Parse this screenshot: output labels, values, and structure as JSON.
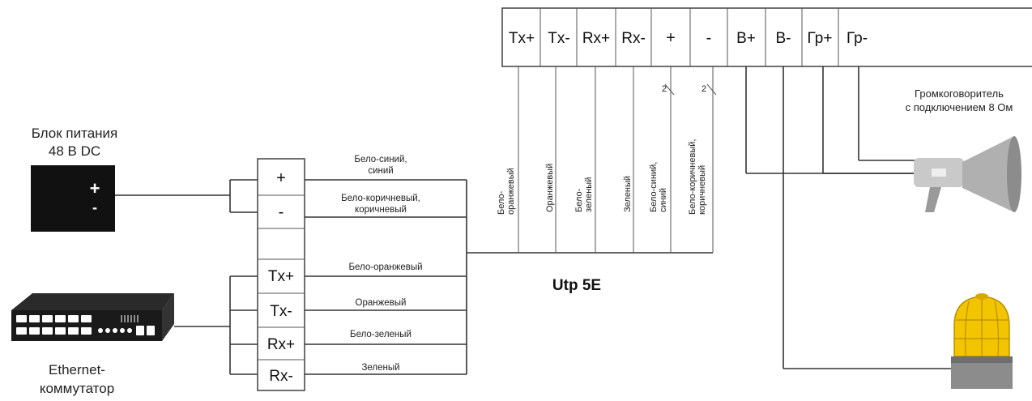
{
  "power_supply": {
    "title_line1": "Блок питания",
    "title_line2": "48 В DC",
    "plus_symbol": "+",
    "minus_symbol": "-"
  },
  "switch_device": {
    "label_line1": "Ethernet-",
    "label_line2": "коммутатор"
  },
  "left_terminal": {
    "pins": [
      "+",
      "-",
      "",
      "Tx+",
      "Tx-",
      "Rx+",
      "Rx-"
    ]
  },
  "left_wire_labels": {
    "w1_line1": "Бело-синий,",
    "w1_line2": "синий",
    "w2_line1": "Бело-коричневый,",
    "w2_line2": "коричневый",
    "w3": "Бело-оранжевый",
    "w4": "Оранжевый",
    "w5": "Бело-зеленый",
    "w6": "Зеленый"
  },
  "cable_label": "Utp 5E",
  "top_terminal": {
    "pins": [
      "Tx+",
      "Tx-",
      "Rx+",
      "Rx-",
      "+",
      "-",
      "B+",
      "B-",
      "Гр+",
      "Гр-"
    ]
  },
  "vertical_wire_labels": {
    "v1_line1": "Бело-",
    "v1_line2": "оранжевый",
    "v2": "Оранжевый",
    "v3_line1": "Бело-",
    "v3_line2": "зеленый",
    "v4": "Зеленый",
    "v5_line1": "Бело-синий,",
    "v5_line2": "синий",
    "v6_line1": "Бело-коричневый,",
    "v6_line2": "коричневый"
  },
  "wire_count_marks": [
    "2",
    "2"
  ],
  "loudspeaker": {
    "label_line1": "Громкоговоритель",
    "label_line2": "с подключением 8 Ом"
  },
  "colors": {
    "line": "#333333",
    "psu_body": "#111111",
    "switch_body": "#1a1a1a",
    "beacon_yellow": "#f2c500",
    "speaker_gray": "#b8b8b8"
  }
}
